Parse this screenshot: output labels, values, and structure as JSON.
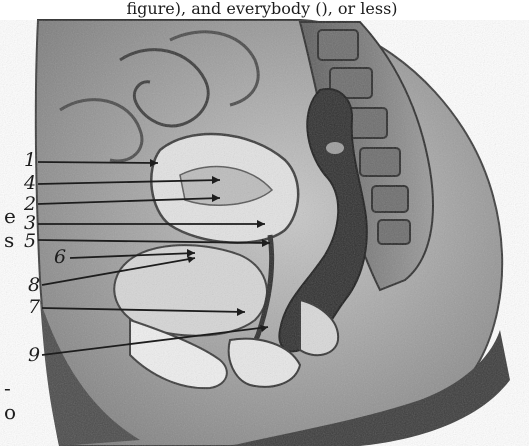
{
  "top_text": "figure), and everybody (), or less)",
  "labels": [
    "1",
    "4",
    "2",
    "3",
    "5",
    "6",
    "8",
    "7",
    "9"
  ],
  "side_fragments": [
    "e",
    "s",
    "-",
    "o"
  ],
  "colors": {
    "background": "#ffffff",
    "paper_gray": "#b9b9b9",
    "tissue_dark": "#3a3a3a",
    "tissue_mid": "#8a8a8a",
    "tissue_light": "#e6e6e6",
    "ink": "#1d1d1d"
  }
}
